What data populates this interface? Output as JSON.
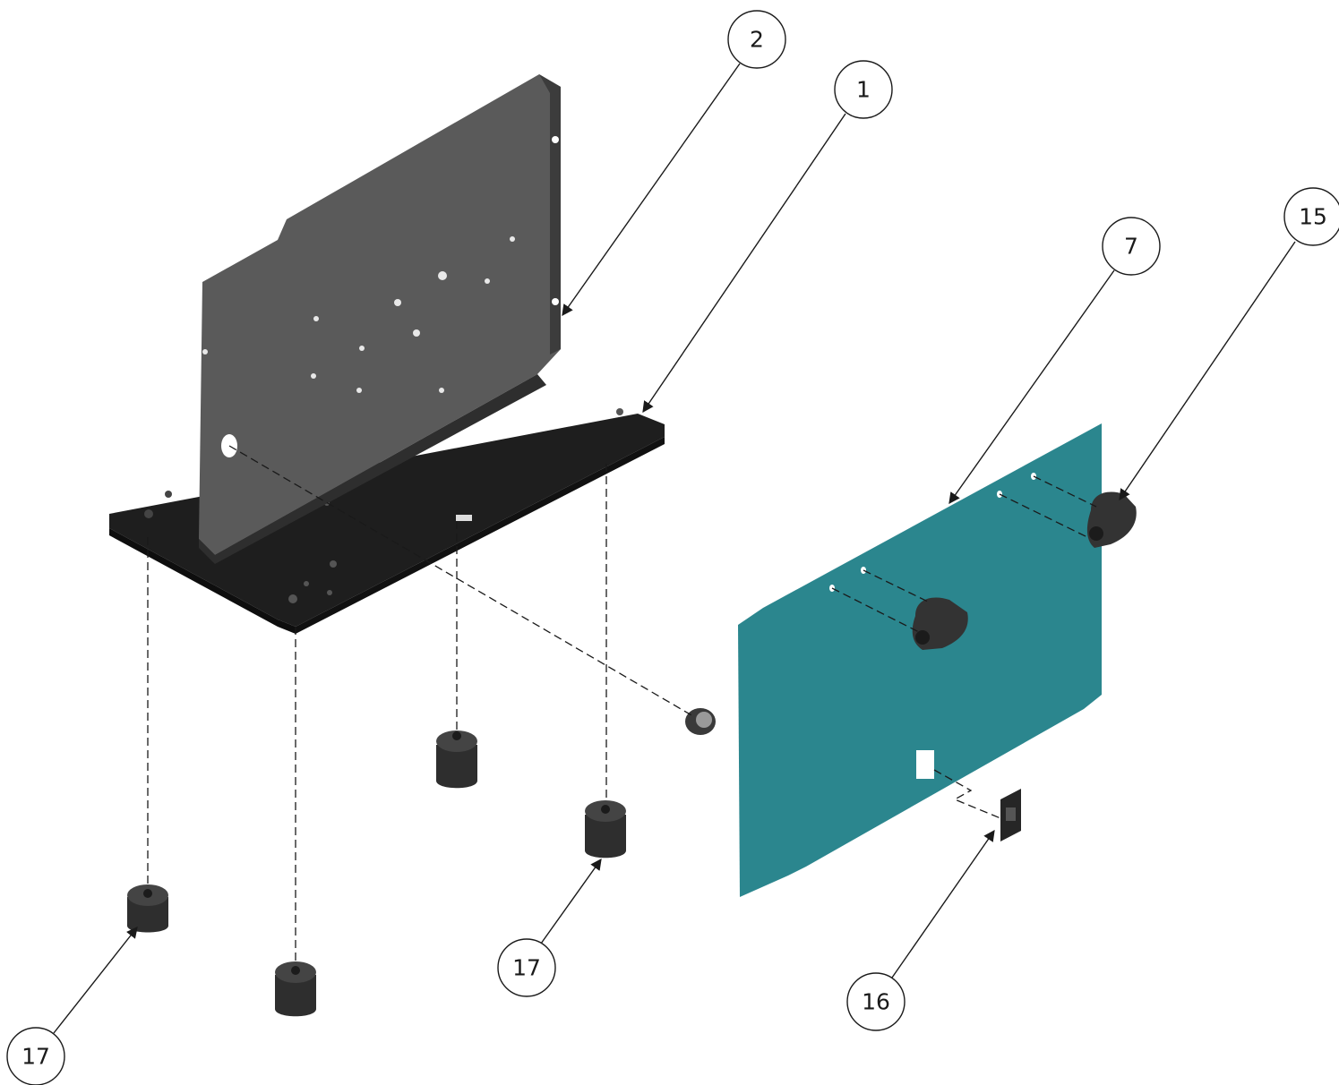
{
  "balloons": [
    {
      "id": "b2",
      "label": "2"
    },
    {
      "id": "b1",
      "label": "1"
    },
    {
      "id": "b15",
      "label": "15"
    },
    {
      "id": "b7",
      "label": "7"
    },
    {
      "id": "b17a",
      "label": "17"
    },
    {
      "id": "b16",
      "label": "16"
    },
    {
      "id": "b17b",
      "label": "17"
    }
  ],
  "colors": {
    "line": "#1a1a1a",
    "back_panel": "#555555",
    "base_plate": "#1e1e1e",
    "cover_panel": "#2b868e",
    "hardware": "#333333"
  }
}
